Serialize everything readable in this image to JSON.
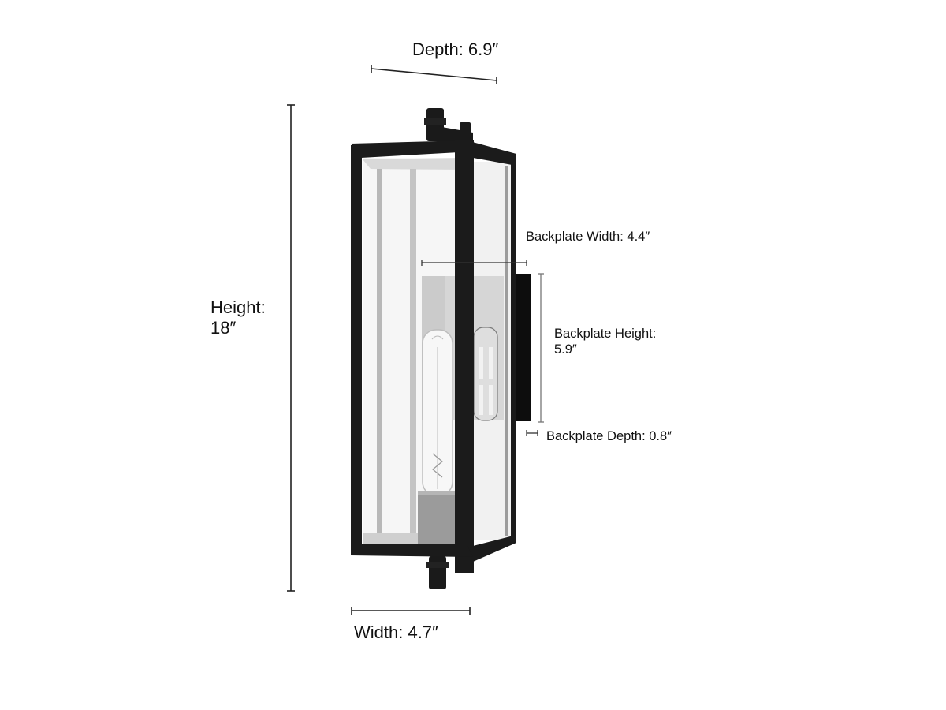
{
  "diagram": {
    "subject": "Outdoor wall lantern",
    "dimensions": {
      "depth": {
        "label": "Depth: 6.9″"
      },
      "height": {
        "label_line1": "Height:",
        "label_line2": "18″"
      },
      "width": {
        "label": "Width: 4.7″"
      },
      "backplate_width": {
        "label": "Backplate Width: 4.4″"
      },
      "backplate_height": {
        "label_line1": "Backplate Height:",
        "label_line2": "5.9″"
      },
      "backplate_depth": {
        "label": "Backplate Depth: 0.8″"
      }
    },
    "colors": {
      "frame": "#1a1a1a",
      "glass": "#f4f4f4",
      "backplate_mirror": "#d8d8d8",
      "socket": "#9a9a9a",
      "dimension_line": "#222222",
      "dimension_line_light": "#777777"
    }
  }
}
